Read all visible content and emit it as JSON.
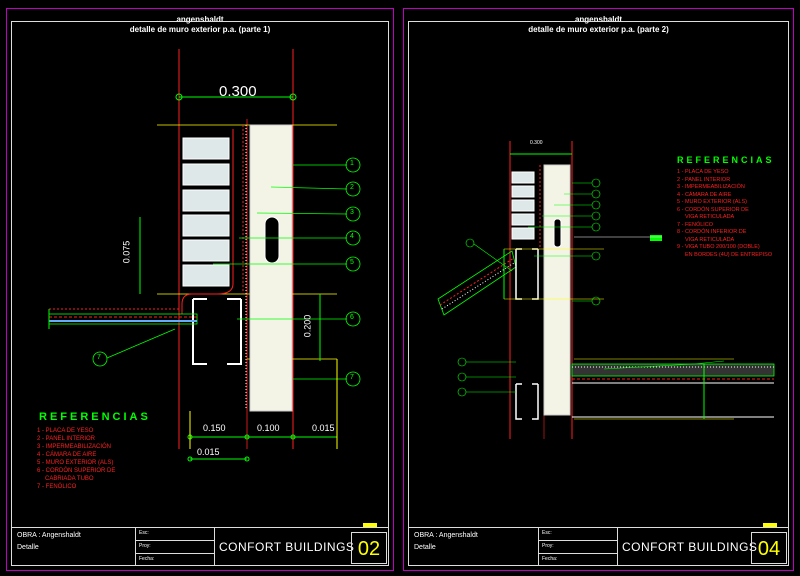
{
  "sheet1": {
    "title1": "angenshaldt",
    "title2": "detalle de muro exterior p.a. (parte 1)",
    "dim_top": "0.300",
    "dim_left": "0.075",
    "dim_mid": "0.200",
    "dim_b1": "0.150",
    "dim_b2": "0.100",
    "dim_b3": "0.015",
    "dim_b4": "0.015",
    "callouts": [
      "1",
      "2",
      "3",
      "4",
      "5",
      "6",
      "7",
      "7"
    ],
    "ref_title": "REFERENCIAS",
    "refs": [
      "1 - PLACA DE YESO",
      "2 - PANEL INTERIOR",
      "3 - IMPERMEABILIZACIÓN",
      "4 - CÁMARA DE AIRE",
      "5 - MURO EXTERIOR (ALS)",
      "6 - CORDÓN SUPERIOR DE",
      "CABRIADA TUBO",
      "7 - FENÓLICO"
    ],
    "obra": "OBRA : Angenshaldt",
    "detalle": "Detalle",
    "f1": "Esc:",
    "f2": "Proy:",
    "f3": "Fecha:",
    "company": "CONFORT BUILDINGS",
    "number": "02"
  },
  "sheet2": {
    "title1": "angenshaldt",
    "title2": "detalle de muro exterior p.a. (parte 2)",
    "dim_top": "0.300",
    "ref_title": "REFERENCIAS",
    "refs": [
      "1 - PLACA DE YESO",
      "2 - PANEL INTERIOR",
      "3 - IMPERMEABILIZACIÓN",
      "4 - CÁMARA DE AIRE",
      "5 - MURO EXTERIOR (ALS)",
      "6 - CORDÓN SUPERIOR DE",
      "VIGA RETICULADA",
      "7 - FENÓLICO",
      "8 - CORDÓN INFERIOR DE",
      "VIGA RETICULADA",
      "9 - VIGA TUBO 200/100 (DOBLE)",
      "EN BORDES (4U) DE ENTREPISO"
    ],
    "obra": "OBRA : Angenshaldt",
    "detalle": "Detalle",
    "f1": "Esc:",
    "f2": "Proy:",
    "f3": "Fecha:",
    "company": "CONFORT BUILDINGS",
    "number": "04"
  }
}
